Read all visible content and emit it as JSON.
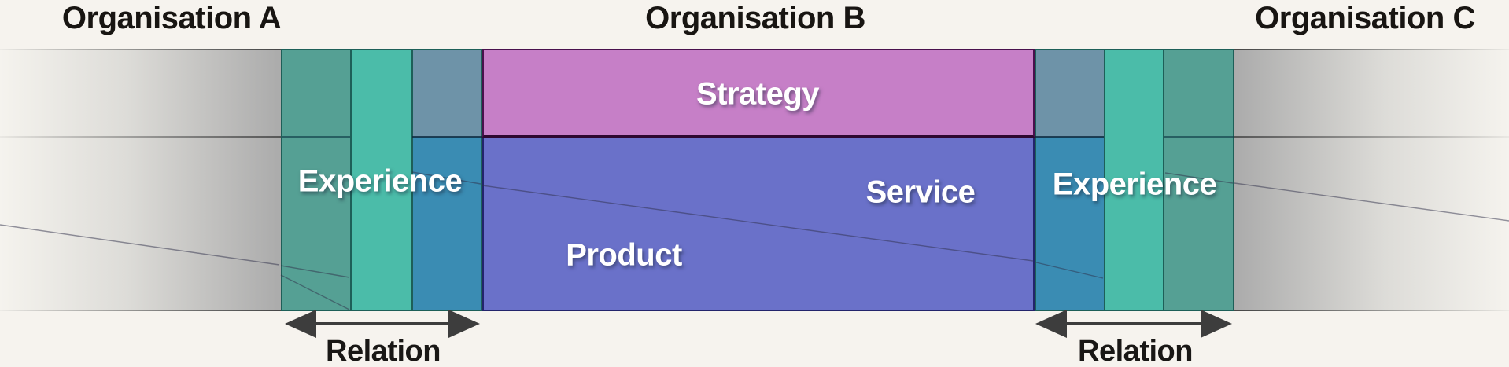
{
  "header": {
    "org_a": "Organisation A",
    "org_b": "Organisation B",
    "org_c": "Organisation C"
  },
  "blocks": {
    "strategy_label": "Strategy",
    "product_label": "Product",
    "service_label": "Service",
    "experience_left_label": "Experience",
    "experience_right_label": "Experience"
  },
  "relations": {
    "left_label": "Relation",
    "right_label": "Relation"
  },
  "colors": {
    "background": "#f6f3ee",
    "strategy_magenta": "#c67fc7",
    "product_service_purple": "#6a71c9",
    "teal_muted": "#55a094",
    "teal_bright": "#4bbca9",
    "bluegray": "#6e93a8",
    "steelblue": "#3a8cb3",
    "block_border_teal": "#1d5f58",
    "strategy_border": "#49104d",
    "product_border": "#23246b",
    "gray_band_dark": "#ababab",
    "arrow_gray": "#3d3d3d",
    "text_dark": "#181512",
    "label_white": "#ffffff"
  }
}
